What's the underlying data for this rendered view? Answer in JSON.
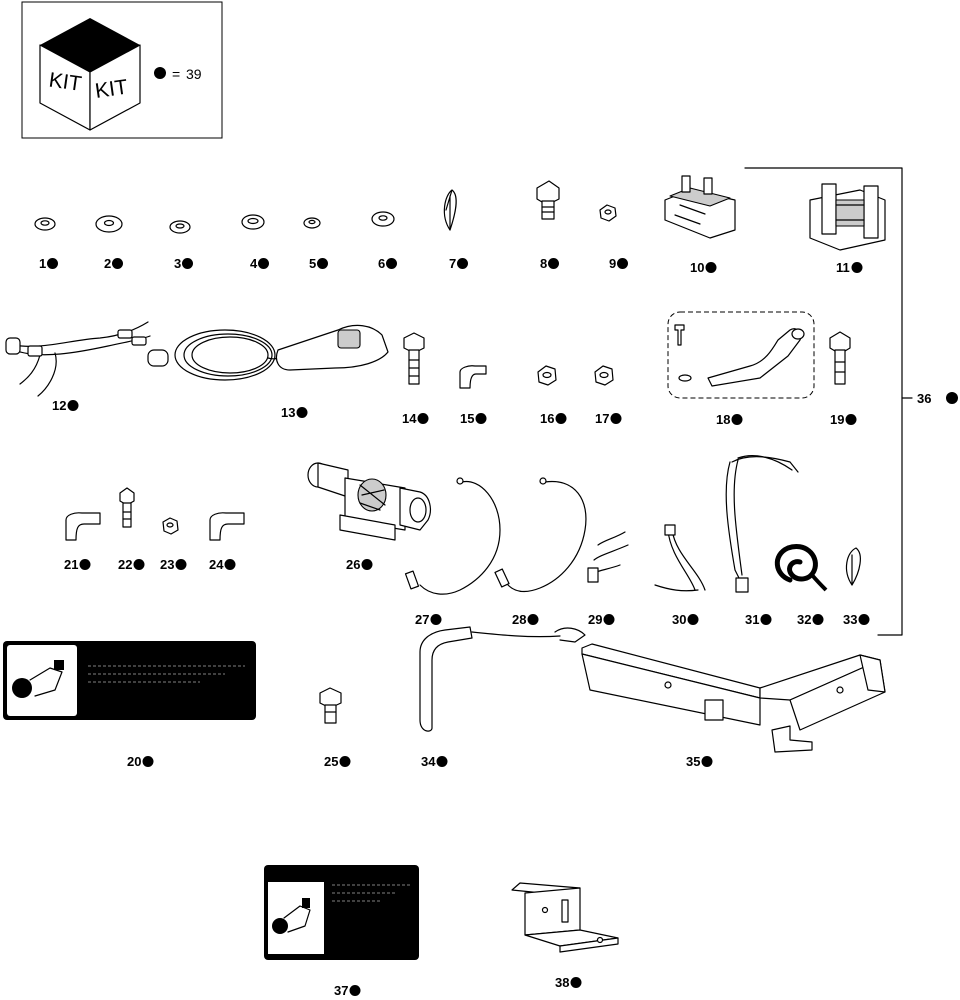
{
  "kit_legend": {
    "kit_label_left": "KIT",
    "kit_label_right": "KIT",
    "equals": "=",
    "kit_item": "39"
  },
  "bracket_label": "36",
  "parts": [
    {
      "num": "1"
    },
    {
      "num": "2"
    },
    {
      "num": "3"
    },
    {
      "num": "4"
    },
    {
      "num": "5"
    },
    {
      "num": "6"
    },
    {
      "num": "7"
    },
    {
      "num": "8"
    },
    {
      "num": "9"
    },
    {
      "num": "10"
    },
    {
      "num": "11"
    },
    {
      "num": "12"
    },
    {
      "num": "13"
    },
    {
      "num": "14"
    },
    {
      "num": "15"
    },
    {
      "num": "16"
    },
    {
      "num": "17"
    },
    {
      "num": "18"
    },
    {
      "num": "19"
    },
    {
      "num": "20"
    },
    {
      "num": "21"
    },
    {
      "num": "22"
    },
    {
      "num": "23"
    },
    {
      "num": "24"
    },
    {
      "num": "25"
    },
    {
      "num": "26"
    },
    {
      "num": "27"
    },
    {
      "num": "28"
    },
    {
      "num": "29"
    },
    {
      "num": "30"
    },
    {
      "num": "31"
    },
    {
      "num": "32"
    },
    {
      "num": "33"
    },
    {
      "num": "34"
    },
    {
      "num": "35"
    },
    {
      "num": "37"
    },
    {
      "num": "38"
    }
  ],
  "colors": {
    "ink": "#000000",
    "paper": "#ffffff",
    "shade": "#cccccc"
  }
}
